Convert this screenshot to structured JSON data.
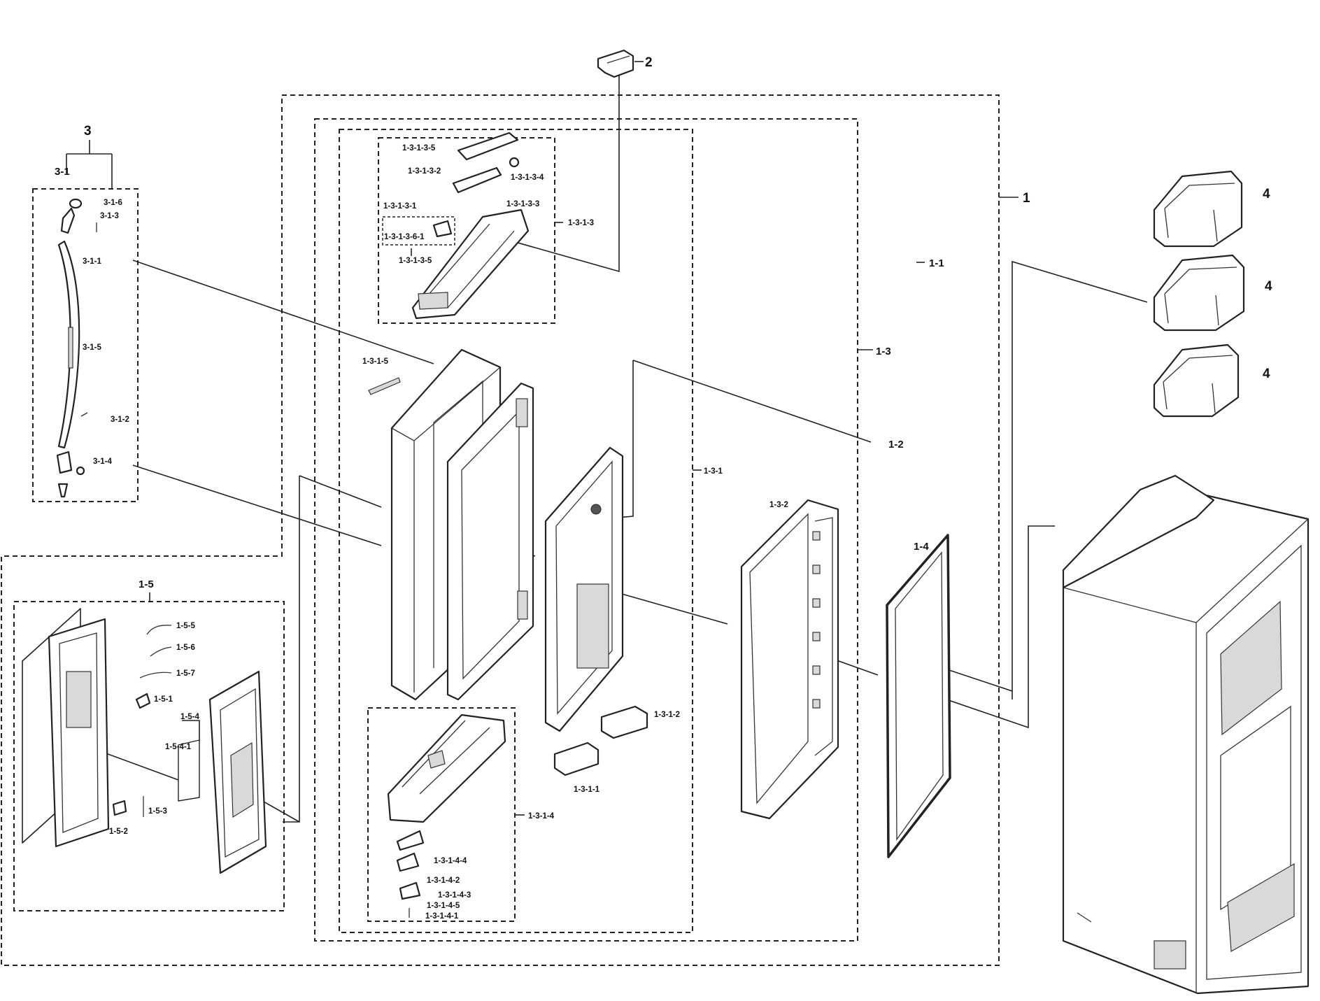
{
  "labels": {
    "l_1": "1",
    "l_1_1": "1-1",
    "l_1_2": "1-2",
    "l_1_3": "1-3",
    "l_1_3_1": "1-3-1",
    "l_1_3_1_1": "1-3-1-1",
    "l_1_3_1_2": "1-3-1-2",
    "l_1_3_1_3": "1-3-1-3",
    "l_1_3_1_3_1": "1-3-1-3-1",
    "l_1_3_1_3_2": "1-3-1-3-2",
    "l_1_3_1_3_3": "1-3-1-3-3",
    "l_1_3_1_3_4": "1-3-1-3-4",
    "l_1_3_1_3_5a": "1-3-1-3-5",
    "l_1_3_1_3_5b": "1-3-1-3-5",
    "l_1_3_1_3_6_1": "1-3-1-3-6-1",
    "l_1_3_1_4": "1-3-1-4",
    "l_1_3_1_4_1": "1-3-1-4-1",
    "l_1_3_1_4_2": "1-3-1-4-2",
    "l_1_3_1_4_3": "1-3-1-4-3",
    "l_1_3_1_4_4": "1-3-1-4-4",
    "l_1_3_1_4_5": "1-3-1-4-5",
    "l_1_3_1_5": "1-3-1-5",
    "l_1_3_2": "1-3-2",
    "l_1_4": "1-4",
    "l_1_5": "1-5",
    "l_1_5_1": "1-5-1",
    "l_1_5_2": "1-5-2",
    "l_1_5_3": "1-5-3",
    "l_1_5_4": "1-5-4",
    "l_1_5_4_1": "1-5-4-1",
    "l_1_5_5": "1-5-5",
    "l_1_5_6": "1-5-6",
    "l_1_5_7": "1-5-7",
    "l_2": "2",
    "l_3": "3",
    "l_3_1": "3-1",
    "l_3_1_1": "3-1-1",
    "l_3_1_2": "3-1-2",
    "l_3_1_3": "3-1-3",
    "l_3_1_4": "3-1-4",
    "l_3_1_5": "3-1-5",
    "l_3_1_6": "3-1-6",
    "l_4a": "4",
    "l_4b": "4",
    "l_4c": "4"
  }
}
